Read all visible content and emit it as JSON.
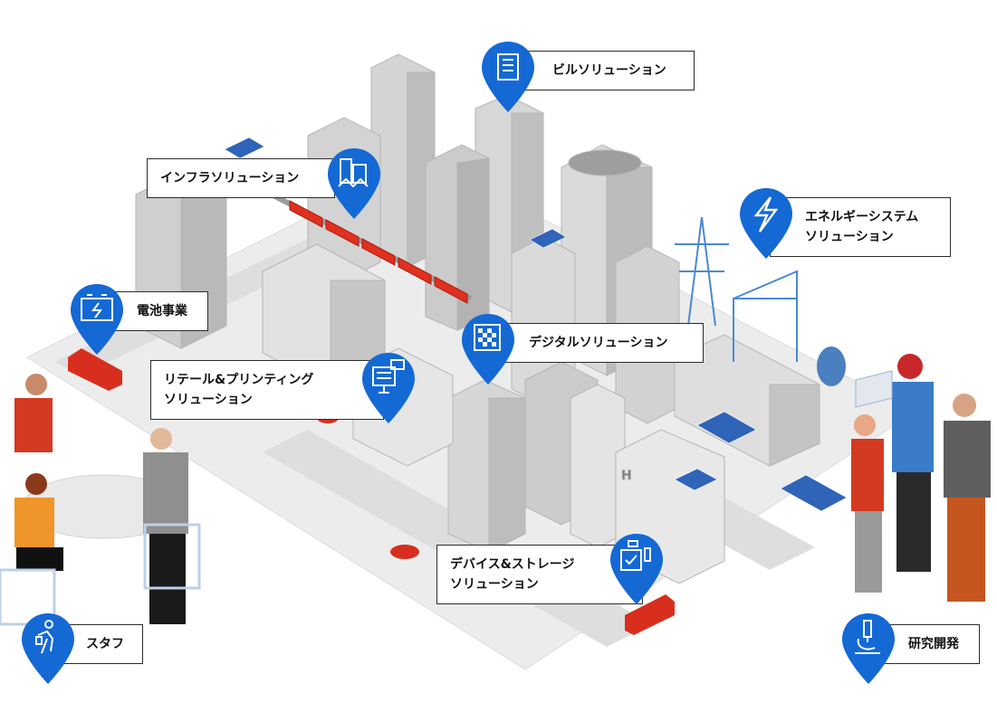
{
  "accent": "#1469d4",
  "train_color": "#e0301e",
  "pins": [
    {
      "id": "building",
      "icon": "building-icon",
      "lines": [
        "ビルソリューション"
      ]
    },
    {
      "id": "infra",
      "icon": "city-infrastructure-icon",
      "lines": [
        "インフラソリューション"
      ]
    },
    {
      "id": "energy",
      "icon": "lightning-icon",
      "lines": [
        "エネルギーシステム",
        "ソリューション"
      ]
    },
    {
      "id": "battery",
      "icon": "battery-icon",
      "lines": [
        "電池事業"
      ]
    },
    {
      "id": "digital",
      "icon": "digital-checker-icon",
      "lines": [
        "デジタルソリューション"
      ]
    },
    {
      "id": "retail",
      "icon": "retail-screen-icon",
      "lines": [
        "リテール&プリンティング",
        "ソリューション"
      ]
    },
    {
      "id": "device",
      "icon": "chip-device-icon",
      "lines": [
        "デバイス&ストレージ",
        "ソリューション"
      ]
    },
    {
      "id": "staff",
      "icon": "staff-person-icon",
      "lines": [
        "スタフ"
      ]
    },
    {
      "id": "rnd",
      "icon": "microscope-icon",
      "lines": [
        "研究開発"
      ]
    }
  ]
}
